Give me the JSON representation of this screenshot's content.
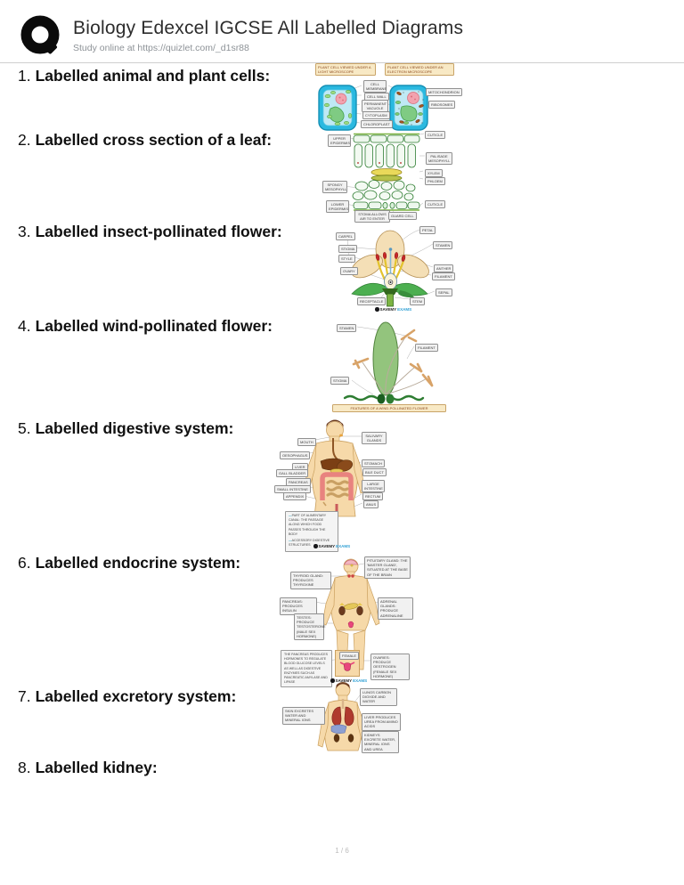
{
  "header": {
    "title": "Biology Edexcel IGCSE All Labelled Diagrams",
    "subtitle": "Study online at https://quizlet.com/_d1sr88"
  },
  "items": [
    {
      "num": "1.",
      "label": "Labelled animal and plant cells:"
    },
    {
      "num": "2.",
      "label": "Labelled cross section of a leaf:"
    },
    {
      "num": "3.",
      "label": "Labelled insect-pollinated flower:"
    },
    {
      "num": "4.",
      "label": "Labelled wind-pollinated flower:"
    },
    {
      "num": "5.",
      "label": "Labelled digestive system:"
    },
    {
      "num": "6.",
      "label": "Labelled endocrine system:"
    },
    {
      "num": "7.",
      "label": "Labelled excretory system:"
    },
    {
      "num": "8.",
      "label": "Labelled kidney:"
    }
  ],
  "watermark": {
    "prefix": "SAVEMY",
    "suffix": "EXAMS"
  },
  "footer": {
    "page": "1 / 6"
  },
  "colors": {
    "cell_wall_cyan": "#2ab9e0",
    "label_tan_bg": "#f8e9c5",
    "leaf_green": "#2f7d32",
    "skin_tone": "#f6d9a9",
    "watermark_blue": "#2e9fd4"
  },
  "diagrams": {
    "cells": {
      "header_left": "PLANT CELL VIEWED UNDER A LIGHT MICROSCOPE",
      "header_right": "PLANT CELL VIEWED UNDER AN ELECTRON MICROSCOPE",
      "mid_labels": [
        "CELL MEMBRANE",
        "CELL WALL",
        "PERMANENT VACUOLE",
        "CYTOPLASM",
        "CHLOROPLAST"
      ],
      "right_labels": [
        "MITOCHONDRION",
        "RIBOSOMES"
      ]
    },
    "leaf": {
      "left_labels": [
        "UPPER EPIDERMIS",
        "SPONGY MESOPHYLL",
        "LOWER EPIDERMIS"
      ],
      "right_labels": [
        "CUTICLE",
        "PALISADE MESOPHYLL",
        "XYLEM",
        "PHLOEM",
        "CUTICLE"
      ],
      "bottom_labels": [
        "STOMA ALLOWS AIR TO ENTER",
        "GUARD CELL"
      ]
    },
    "insect_flower": {
      "labels": {
        "petal": "PETAL",
        "carpel": "CARPEL",
        "stigma": "STIGMA",
        "style": "STYLE",
        "ovary": "OVARY",
        "stamen": "STAMEN",
        "anther": "ANTHER",
        "filament": "FILAMENT",
        "sepal": "SEPAL",
        "receptacle": "RECEPTACLE",
        "stem": "STEM"
      }
    },
    "wind_flower": {
      "labels": {
        "stamen": "STAMEN",
        "filament": "FILAMENT",
        "stigma": "STIGMA"
      },
      "caption": "FEATURES OF A WIND-POLLINATED FLOWER"
    },
    "digestive": {
      "left_labels": [
        "MOUTH",
        "OESOPHAGUS",
        "LIVER",
        "GALL BLADDER",
        "PANCREAS",
        "SMALL INTESTINE",
        "APPENDIX"
      ],
      "right_labels": [
        "SALIVARY GLANDS",
        "STOMACH",
        "BILE DUCT",
        "LARGE INTESTINE",
        "RECTUM",
        "ANUS"
      ],
      "legend": [
        "PART OF ALIMENTARY CANAL: THE PASSAGE ALONG WHICH FOOD PASSES THROUGH THE BODY",
        "ACCESSORY DIGESTIVE STRUCTURES"
      ]
    },
    "endocrine": {
      "pituitary": "PITUITARY GLAND: THE 'MASTER GLAND', SITUATED AT THE BASE OF THE BRAIN",
      "thyroid": "THYROID GLAND: PRODUCES THYROXINE",
      "pancreas": "PANCREAS: PRODUCES INSULIN",
      "adrenal": "ADRENAL GLANDS: PRODUCE ADRENALINE",
      "testes": "TESTES: PRODUCE TESTOSTERONE (MALE SEX HORMONE)",
      "pancreas_note": "THE PANCREAS PRODUCES HORMONES TO REGULATE BLOOD GLUCOSE LEVELS AS WELL AS DIGESTIVE ENZYMES SUCH AS PANCREATIC AMYLASE AND LIPASE",
      "female": "FEMALE",
      "ovaries": "OVARIES: PRODUCE OESTROGEN (FEMALE SEX HORMONE)"
    },
    "excretory": {
      "skin": "SKIN EXCRETES WATER AND MINERAL IONS",
      "lungs": "LUNGS CARBON DIOXIDE AND WATER",
      "liver": "LIVER PRODUCES UREA FROM AMINO ACIDS",
      "kidneys": "KIDNEYS EXCRETE WATER, MINERAL IONS AND UREA"
    }
  }
}
